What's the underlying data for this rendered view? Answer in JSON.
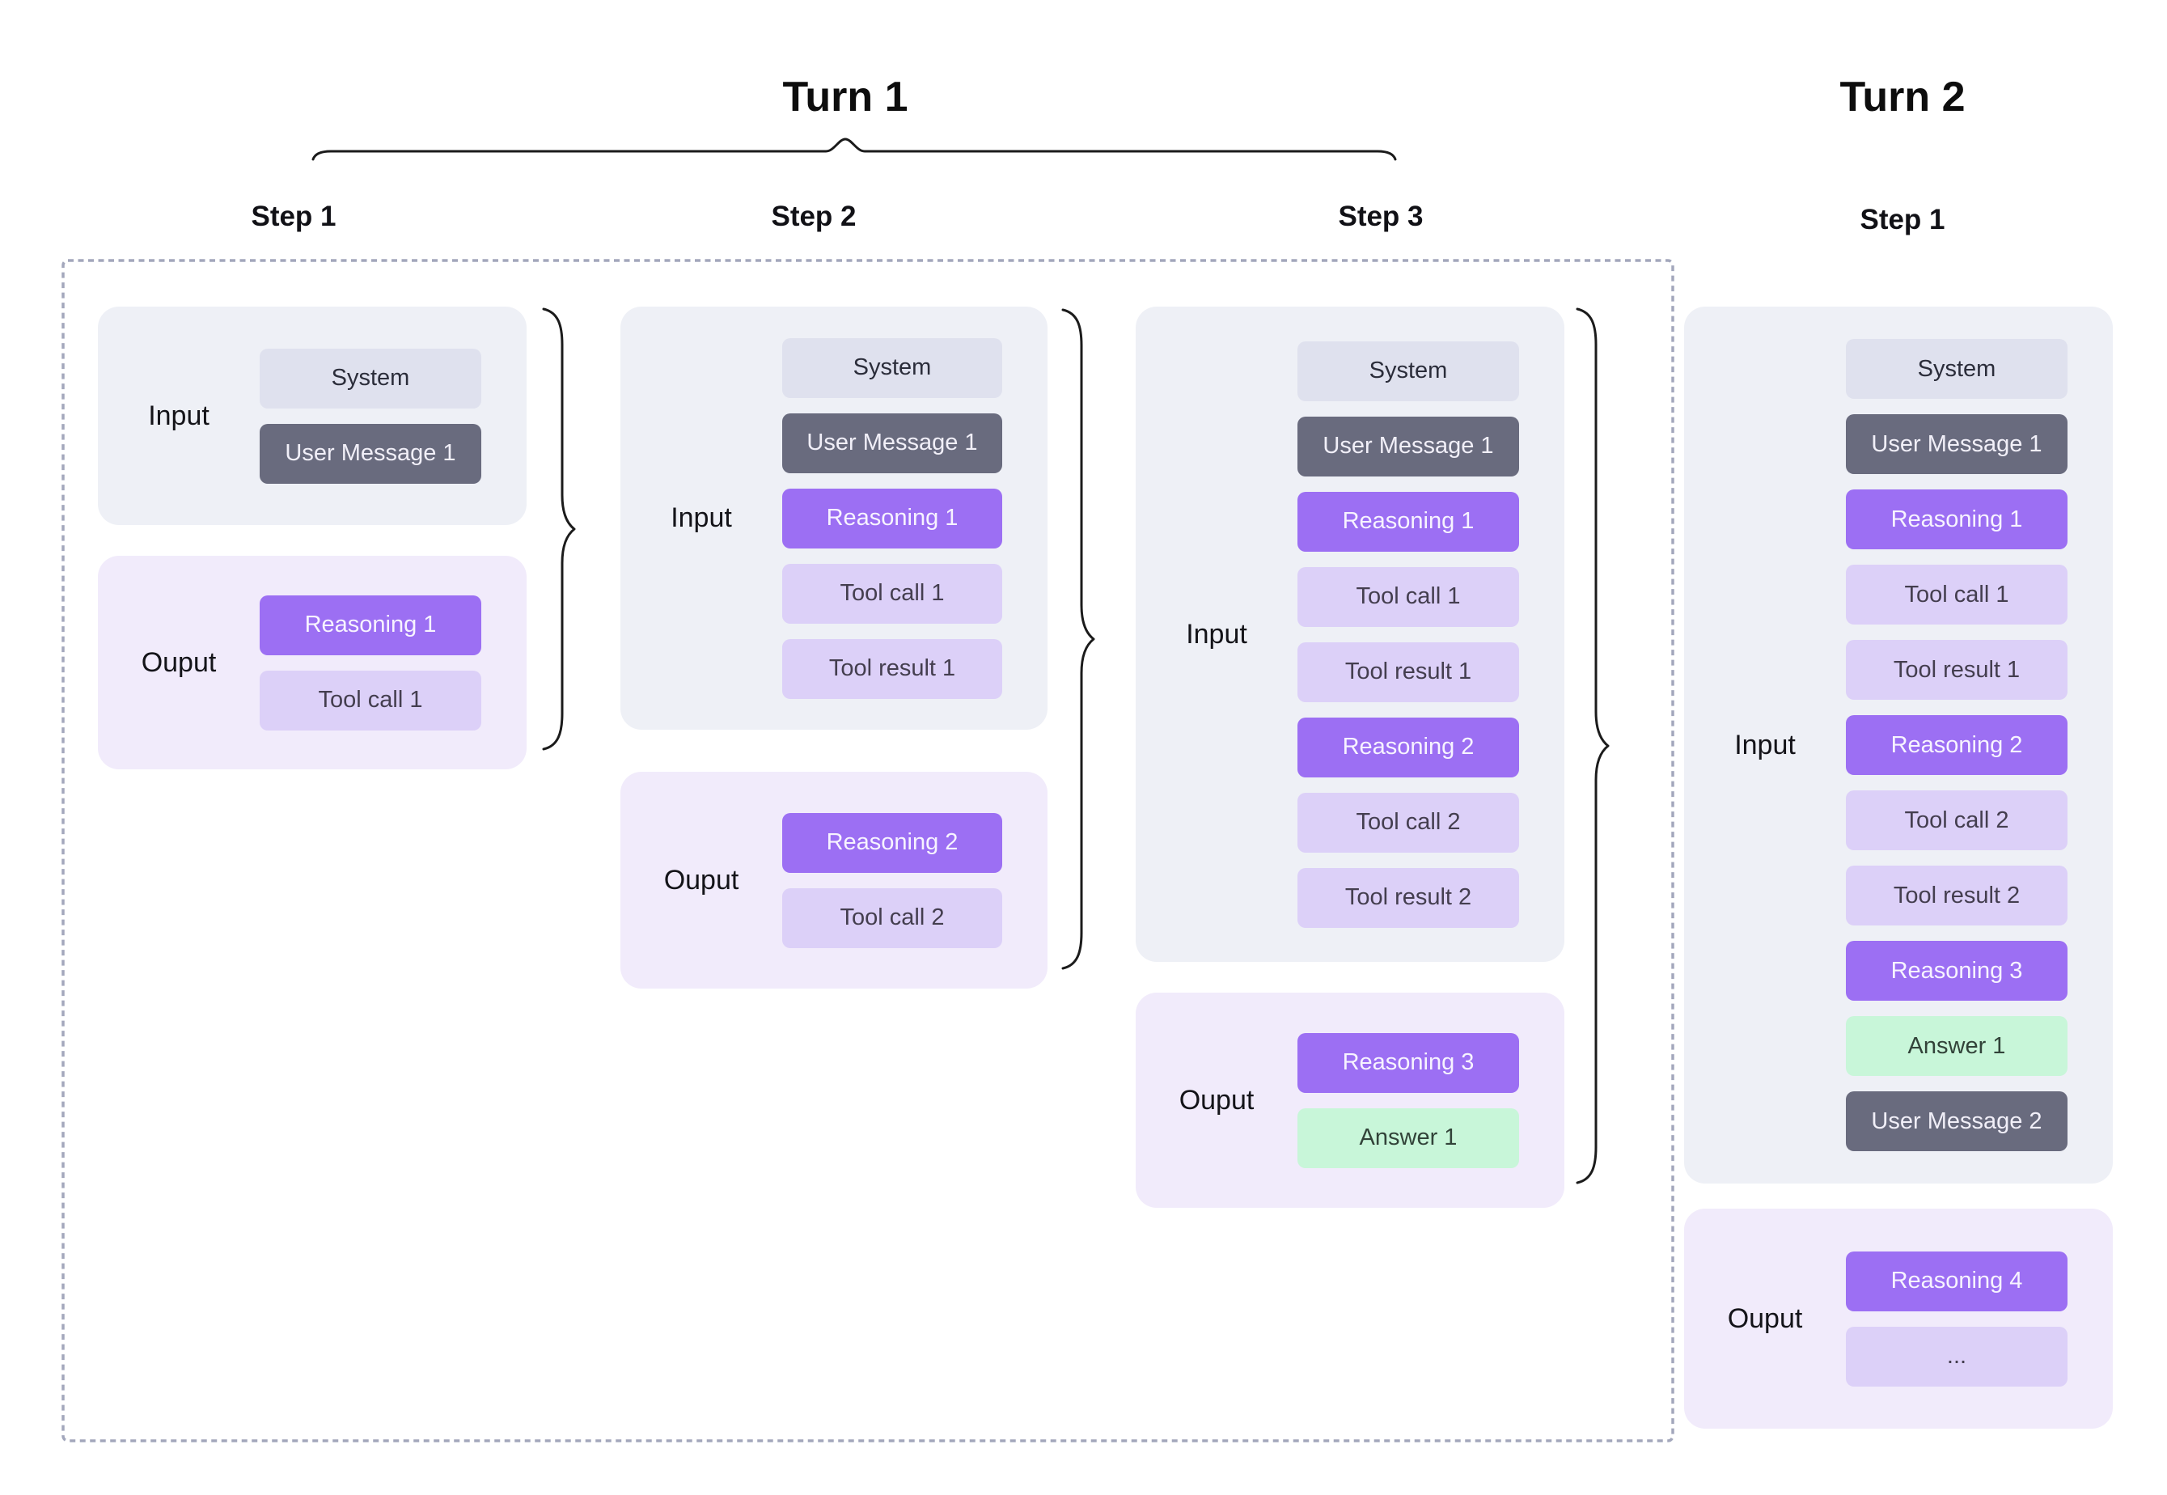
{
  "turns": [
    {
      "label": "Turn 1",
      "steps": [
        {
          "label": "Step 1",
          "input": {
            "label": "Input",
            "chips": [
              {
                "text": "System",
                "type": "system"
              },
              {
                "text": "User Message 1",
                "type": "user"
              }
            ]
          },
          "output": {
            "label": "Ouput",
            "chips": [
              {
                "text": "Reasoning 1",
                "type": "reasoning"
              },
              {
                "text": "Tool call 1",
                "type": "tool"
              }
            ]
          }
        },
        {
          "label": "Step 2",
          "input": {
            "label": "Input",
            "chips": [
              {
                "text": "System",
                "type": "system"
              },
              {
                "text": "User Message 1",
                "type": "user"
              },
              {
                "text": "Reasoning 1",
                "type": "reasoning"
              },
              {
                "text": "Tool call 1",
                "type": "tool"
              },
              {
                "text": "Tool result 1",
                "type": "tool"
              }
            ]
          },
          "output": {
            "label": "Ouput",
            "chips": [
              {
                "text": "Reasoning 2",
                "type": "reasoning"
              },
              {
                "text": "Tool call 2",
                "type": "tool"
              }
            ]
          }
        },
        {
          "label": "Step 3",
          "input": {
            "label": "Input",
            "chips": [
              {
                "text": "System",
                "type": "system"
              },
              {
                "text": "User Message 1",
                "type": "user"
              },
              {
                "text": "Reasoning 1",
                "type": "reasoning"
              },
              {
                "text": "Tool call 1",
                "type": "tool"
              },
              {
                "text": "Tool result 1",
                "type": "tool"
              },
              {
                "text": "Reasoning 2",
                "type": "reasoning"
              },
              {
                "text": "Tool call 2",
                "type": "tool"
              },
              {
                "text": "Tool result 2",
                "type": "tool"
              }
            ]
          },
          "output": {
            "label": "Ouput",
            "chips": [
              {
                "text": "Reasoning 3",
                "type": "reasoning"
              },
              {
                "text": "Answer 1",
                "type": "answer"
              }
            ]
          }
        }
      ]
    },
    {
      "label": "Turn 2",
      "steps": [
        {
          "label": "Step 1",
          "input": {
            "label": "Input",
            "chips": [
              {
                "text": "System",
                "type": "system"
              },
              {
                "text": "User Message 1",
                "type": "user"
              },
              {
                "text": "Reasoning 1",
                "type": "reasoning"
              },
              {
                "text": "Tool call 1",
                "type": "tool"
              },
              {
                "text": "Tool result 1",
                "type": "tool"
              },
              {
                "text": "Reasoning 2",
                "type": "reasoning"
              },
              {
                "text": "Tool call 2",
                "type": "tool"
              },
              {
                "text": "Tool result 2",
                "type": "tool"
              },
              {
                "text": "Reasoning 3",
                "type": "reasoning"
              },
              {
                "text": "Answer 1",
                "type": "answer"
              },
              {
                "text": "User Message 2",
                "type": "user"
              }
            ]
          },
          "output": {
            "label": "Ouput",
            "chips": [
              {
                "text": "Reasoning 4",
                "type": "reasoning"
              },
              {
                "text": "...",
                "type": "tool"
              }
            ]
          }
        }
      ]
    }
  ],
  "colors": {
    "background": "#ffffff",
    "input_panel": "#eef0f6",
    "output_panel": "#f1ebfb",
    "chip_system": "#dfe1ee",
    "chip_user_message": "#696b7e",
    "chip_reasoning": "#9c6ff3",
    "chip_tool": "#dcd0f8",
    "chip_answer": "#c8f6d9",
    "brace_stroke": "#1b1b1b",
    "dashed_border": "#a3a7bc"
  }
}
